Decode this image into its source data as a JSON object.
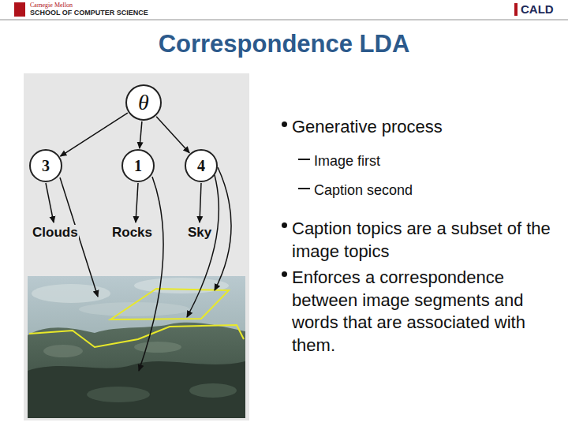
{
  "diagram": {
    "title": "Correspondence LDA",
    "nodes": [
      {
        "text": [
          "θ"
        ]
      },
      {
        "text": [
          "3"
        ]
      },
      {
        "text": [
          "1"
        ]
      },
      {
        "text": [
          "4"
        ]
      }
    ],
    "edges": [
      {
        "from": 0,
        "to": 1,
        "arrow": "to"
      },
      {
        "from": 0,
        "to": 2,
        "arrow": "to"
      },
      {
        "from": 0,
        "to": 3,
        "arrow": "to"
      }
    ],
    "labels": [
      "Carnegie Mellon",
      "SCHOOL OF COMPUTER SCIENCE",
      "CALD",
      "Clouds",
      "Rocks",
      "Sky",
      "Generative process",
      "Image first",
      "Caption second",
      "Caption topics are a subset of the image topics",
      "Enforces a correspondence between image segments and words that are associated with them."
    ]
  }
}
